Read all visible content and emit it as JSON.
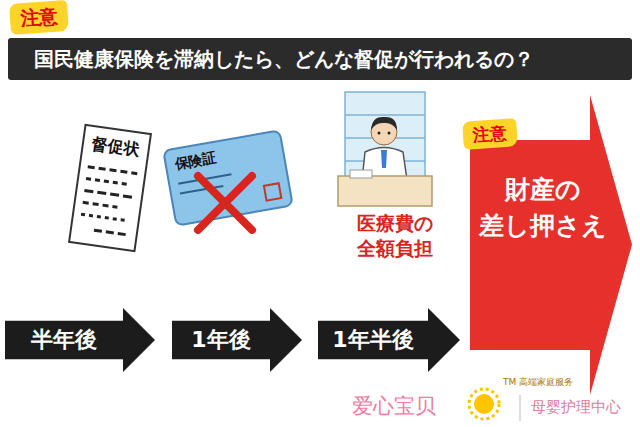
{
  "diagram": {
    "title": "国民健康保険を滞納したら、どんな督促が行われるの？",
    "nodes": [
      {
        "text": [
          "注意"
        ]
      },
      {
        "text": [
          "半年後"
        ]
      },
      {
        "text": [
          "1年後"
        ]
      },
      {
        "text": [
          "1年半後"
        ]
      },
      {
        "text": [
          "財産の 差し押さえ"
        ]
      },
      {
        "text": [
          "注意"
        ],
        "in": 4
      }
    ],
    "labels": [
      "督促状",
      "保険証",
      "医療費の 全額負担",
      "爱心宝贝",
      "TM 高端家庭服务",
      "母婴护理中心"
    ]
  }
}
